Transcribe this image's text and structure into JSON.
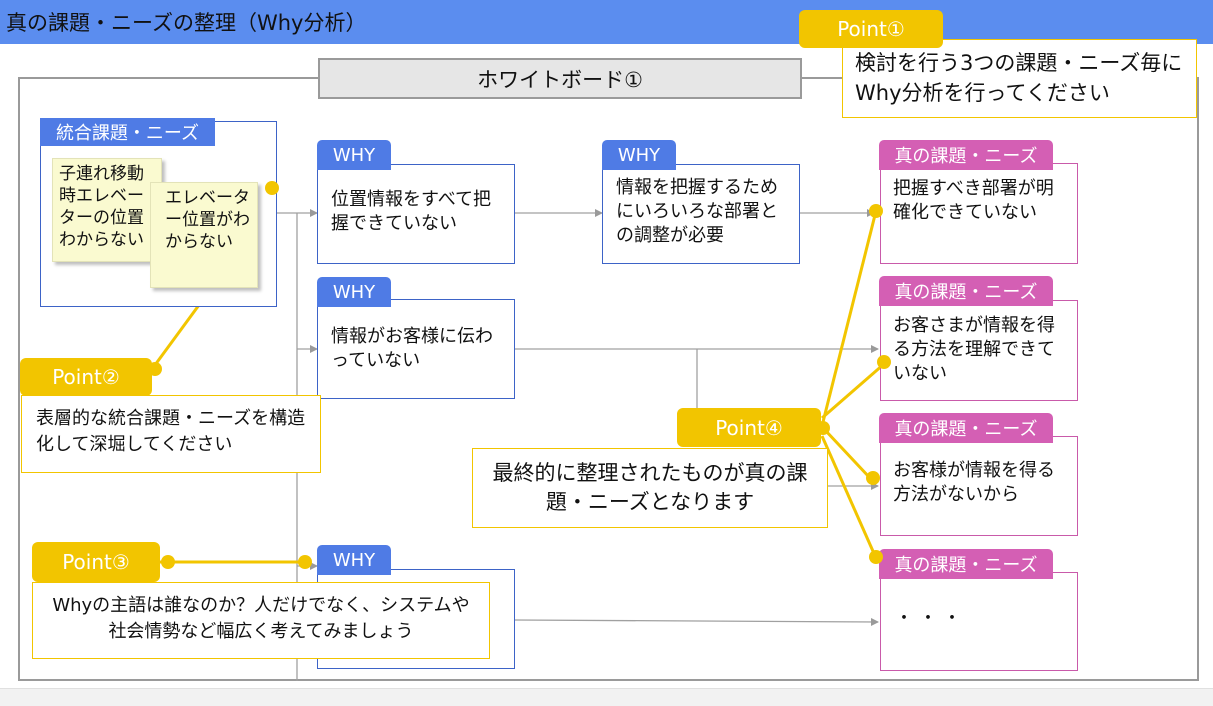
{
  "header": {
    "title": "真の課題・ニーズの整理（Why分析）"
  },
  "whiteboard": {
    "title": "ホワイトボード①"
  },
  "integrated": {
    "label": "統合課題・ニーズ",
    "sticky1": "子連れ移動時エレベーターの位置わからない",
    "sticky2": "エレベーター位置がわからない"
  },
  "why_label": "WHY",
  "whys": [
    {
      "text": "位置情報をすべて把握できていない"
    },
    {
      "text": "情報を把握するためにいろいろな部署との調整が必要"
    },
    {
      "text": "情報がお客様に伝わっていない"
    },
    {
      "text": ""
    }
  ],
  "true_label": "真の課題・ニーズ",
  "trues": [
    {
      "text": "把握すべき部署が明確化できていない"
    },
    {
      "text": "お客さまが情報を得る方法を理解できていない"
    },
    {
      "text": "お客様が情報を得る方法がないから"
    },
    {
      "text": "・・・"
    }
  ],
  "points": [
    {
      "label": "Point①",
      "text": "検討を行う3つの課題・ニーズ毎にWhy分析を行ってください"
    },
    {
      "label": "Point②",
      "text": "表層的な統合課題・ニーズを構造化して深堀してください"
    },
    {
      "label": "Point③",
      "text": "Whyの主語は誰なのか？人だけでなく、システムや社会情勢など幅広く考えてみましょう"
    },
    {
      "label": "Point④",
      "text": "最終的に整理されたものが真の課題・ニーズとなります"
    }
  ],
  "colors": {
    "header": "#5b8def",
    "why": "#4f7be5",
    "true": "#d45fb4",
    "point": "#f2c500"
  }
}
